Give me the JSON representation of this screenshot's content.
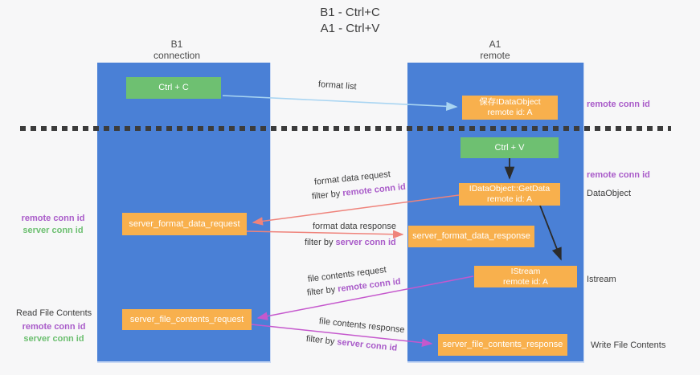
{
  "title": {
    "line1": "B1 - Ctrl+C",
    "line2": "A1 - Ctrl+V"
  },
  "lifelines": [
    {
      "name": "B1",
      "role": "connection"
    },
    {
      "name": "A1",
      "role": "remote"
    }
  ],
  "boxes": {
    "ctrl_c": "Ctrl + C",
    "ctrl_v": "Ctrl + V",
    "save_dataobject_line1": "保存IDataObject",
    "save_dataobject_line2": "remote id: A",
    "getdata_line1": "IDataObject::GetData",
    "getdata_line2": "remote id: A",
    "istream_line1": "IStream",
    "istream_line2": "remote id: A",
    "format_request": "server_format_data_request",
    "format_response": "server_format_data_response",
    "file_request": "server_file_contents_request",
    "file_response": "server_file_contents_response"
  },
  "arrow_labels": {
    "format_list": "format list",
    "format_data_request": "format data request",
    "format_data_response": "format data response",
    "file_contents_request": "file contents request",
    "file_contents_response": "file contents response",
    "filter_by": "filter by"
  },
  "annotations": {
    "remote_conn_id": "remote conn id",
    "server_conn_id": "server conn id",
    "dataobject": "DataObject",
    "istream": "Istream",
    "read_file_contents": "Read File Contents",
    "write_file_contents": "Write File Contents"
  },
  "colors": {
    "bg": "#f7f7f8",
    "column": "#4a80d6",
    "orange": "#f8b04d",
    "green": "#6ec071",
    "purple": "#a95bc9",
    "green-text": "#6cbf70",
    "dark": "#3c3c3c",
    "arrow-lightblue": "#a9d5f2",
    "arrow-black": "#2b2b2b",
    "arrow-salmon": "#ef837b",
    "arrow-magenta": "#c558cd"
  }
}
